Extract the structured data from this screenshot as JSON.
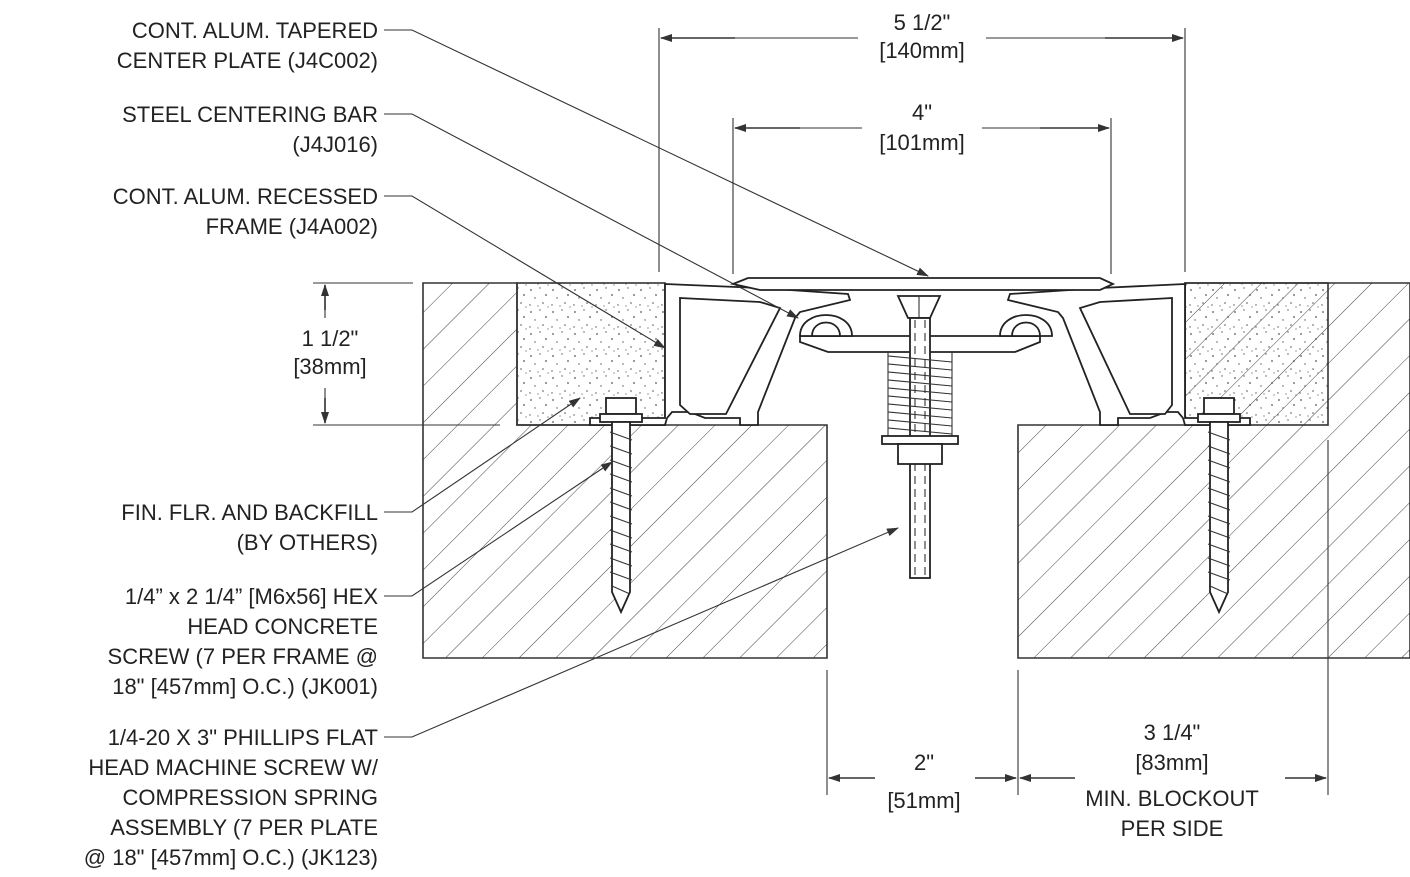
{
  "callouts": {
    "center_plate": [
      "CONT. ALUM. TAPERED",
      "CENTER PLATE (J4C002)"
    ],
    "centering_bar": [
      "STEEL CENTERING BAR",
      "(J4J016)"
    ],
    "recessed_frame": [
      "CONT. ALUM. RECESSED",
      "FRAME (J4A002)"
    ],
    "backfill": [
      "FIN. FLR. AND BACKFILL",
      "(BY OTHERS)"
    ],
    "concrete_screw": [
      "1/4” x 2 1/4” [M6x56] HEX",
      "HEAD CONCRETE",
      "SCREW (7 PER FRAME @",
      "18\" [457mm] O.C.) (JK001)"
    ],
    "machine_screw": [
      "1/4-20 X 3\"  PHILLIPS FLAT",
      "HEAD MACHINE SCREW W/",
      "COMPRESSION SPRING",
      "ASSEMBLY (7 PER PLATE",
      "@ 18\" [457mm] O.C.) (JK123)"
    ]
  },
  "dimensions": {
    "overall_width": [
      "5 1/2\"",
      "[140mm]"
    ],
    "plate_width": [
      "4\"",
      "[101mm]"
    ],
    "depth": [
      "1 1/2\"",
      "[38mm]"
    ],
    "gap": [
      "2\"",
      "[51mm]"
    ],
    "blockout": [
      "3 1/4\"",
      "[83mm]",
      "MIN. BLOCKOUT",
      "PER SIDE"
    ]
  }
}
